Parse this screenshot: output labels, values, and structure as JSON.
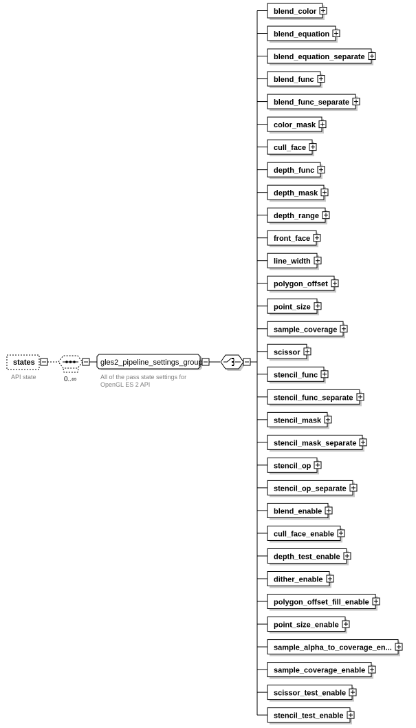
{
  "root": {
    "name": "states",
    "annotation": "API state"
  },
  "sequence": {
    "occurrence": "0..∞"
  },
  "group": {
    "name": "gles2_pipeline_settings_group",
    "annotation_line1": "All of the pass state settings for",
    "annotation_line2": "OpenGL ES 2 API"
  },
  "choice_children": [
    "blend_color",
    "blend_equation",
    "blend_equation_separate",
    "blend_func",
    "blend_func_separate",
    "color_mask",
    "cull_face",
    "depth_func",
    "depth_mask",
    "depth_range",
    "front_face",
    "line_width",
    "polygon_offset",
    "point_size",
    "sample_coverage",
    "scissor",
    "stencil_func",
    "stencil_func_separate",
    "stencil_mask",
    "stencil_mask_separate",
    "stencil_op",
    "stencil_op_separate",
    "blend_enable",
    "cull_face_enable",
    "depth_test_enable",
    "dither_enable",
    "polygon_offset_fill_enable",
    "point_size_enable",
    "sample_alpha_to_coverage_en...",
    "sample_coverage_enable",
    "scissor_test_enable",
    "stencil_test_enable"
  ]
}
